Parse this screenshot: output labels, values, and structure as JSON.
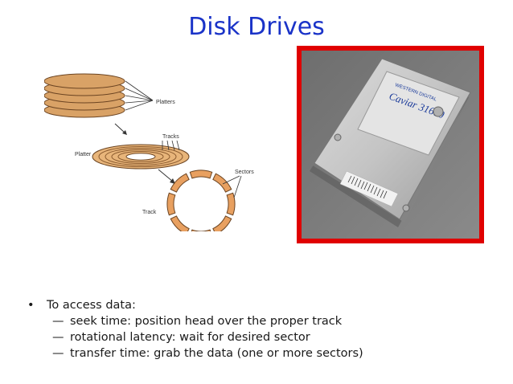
{
  "title": "Disk Drives",
  "diagram": {
    "platters_label": "Platters",
    "tracks_label": "Tracks",
    "platter_label": "Platter",
    "sectors_label": "Sectors",
    "track_label": "Track"
  },
  "photo": {
    "brand_text": "WESTERN DIGITAL",
    "model_text": "Caviar 31600",
    "frame_color": "#e00000"
  },
  "bullets": {
    "main": "To access data:",
    "items": [
      "seek time:  position head over the proper track",
      "rotational latency:  wait for desired sector",
      "transfer time:  grab the data  (one or more sectors)"
    ]
  },
  "colors": {
    "title": "#1a33c8",
    "platter_fill": "#d9a266",
    "platter_stroke": "#6b4422"
  }
}
